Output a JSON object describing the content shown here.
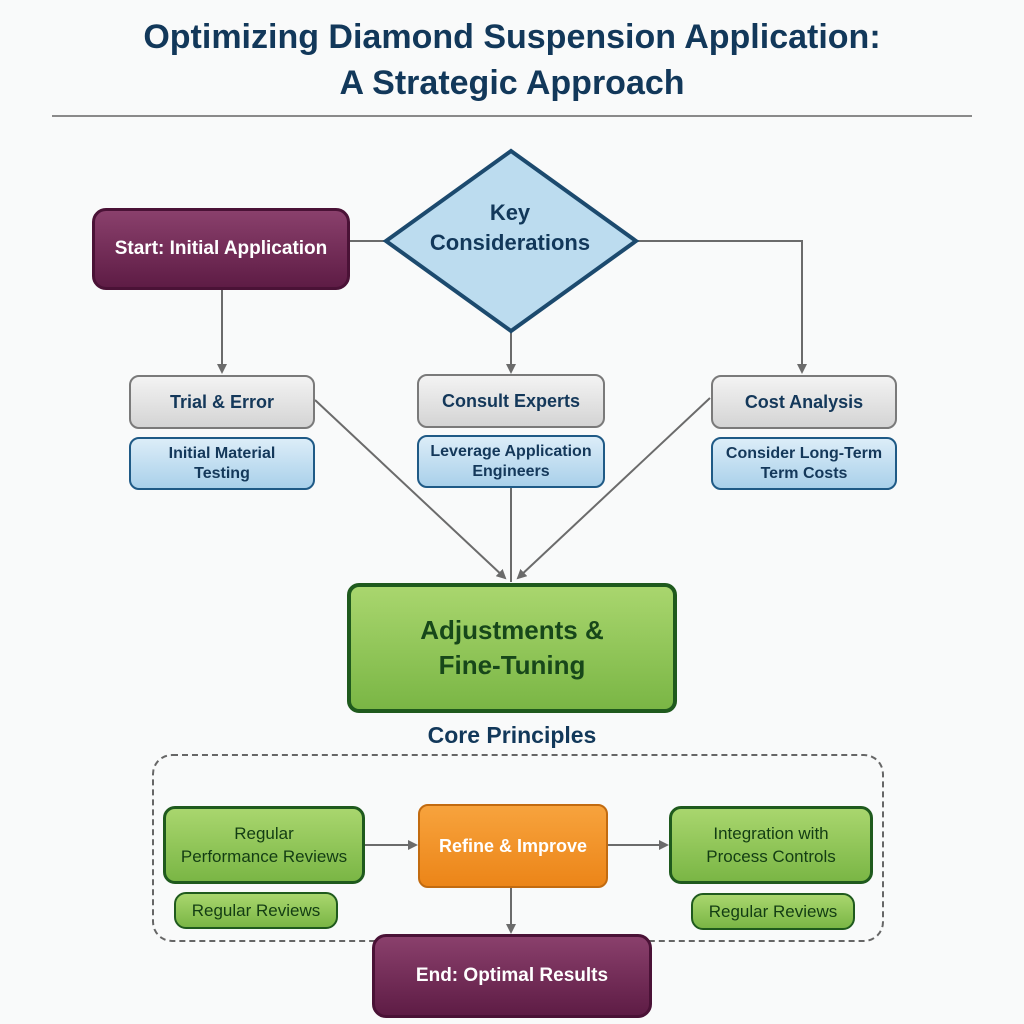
{
  "title": {
    "line1": "Optimizing Diamond Suspension Application:",
    "line2": "A Strategic Approach"
  },
  "nodes": {
    "start": "Start: Initial Application",
    "key_considerations": {
      "line1": "Key",
      "line2": "Considerations"
    },
    "trial_error": "Trial & Error",
    "trial_error_sub": {
      "line1": "Initial Material",
      "line2": "Testing"
    },
    "consult_experts": "Consult Experts",
    "consult_experts_sub": {
      "line1": "Leverage Application",
      "line2": "Engineers"
    },
    "cost_analysis": "Cost Analysis",
    "cost_analysis_sub": {
      "line1": "Consider Long-Term",
      "line2": "Term Costs"
    },
    "adjustments": {
      "line1": "Adjustments &",
      "line2": "Fine-Tuning"
    },
    "end": "End: Optimal Results"
  },
  "core_principles": {
    "title": "Core Principles",
    "left": {
      "line1": "Regular",
      "line2": "Performance Reviews"
    },
    "left_sub": "Regular Reviews",
    "center": "Refine & Improve",
    "right": {
      "line1": "Integration with",
      "line2": "Process Controls"
    },
    "right_sub": "Regular Reviews"
  },
  "colors": {
    "title": "#12385a",
    "start_end": "#6e2a55",
    "diamond": "#b7d9ee",
    "option": "#e2e2e2",
    "detail": "#bfe0f3",
    "adjust": "#8cc656",
    "refine": "#f08e24",
    "connector": "#6b6b6b"
  }
}
